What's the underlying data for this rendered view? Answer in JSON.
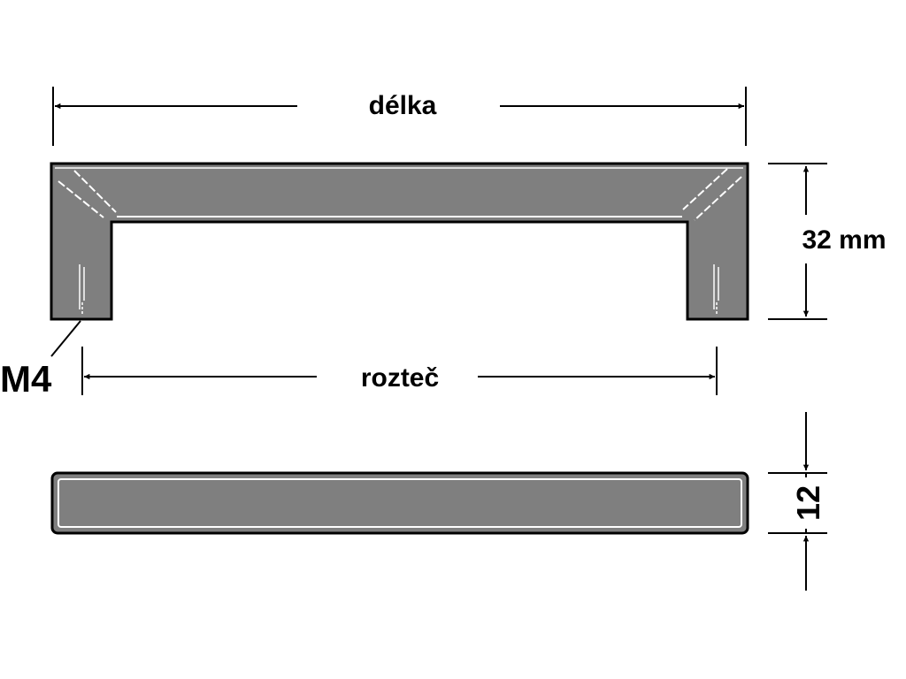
{
  "labels": {
    "length": "délka",
    "height": "32 mm",
    "thread": "M4",
    "spacing": "rozteč",
    "thickness": "12"
  },
  "colors": {
    "handle_fill": "#7f7f7f",
    "outline": "#000000",
    "highlight": "#ffffff",
    "dimension_lines": "#000000"
  }
}
